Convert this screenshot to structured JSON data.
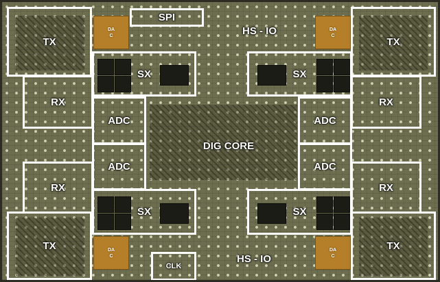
{
  "blocks": {
    "spi": "SPI",
    "clk": "CLK",
    "hs_io_top": "HS - IO",
    "hs_io_bottom": "HS - IO",
    "dig_core": "DIG CORE",
    "tx_top_left": "TX",
    "tx_top_right": "TX",
    "tx_bottom_left": "TX",
    "tx_bottom_right": "TX",
    "rx_top_left": "RX",
    "rx_top_right": "RX",
    "rx_bottom_left": "RX",
    "rx_bottom_right": "RX",
    "sx_top_left": "SX",
    "sx_top_right": "SX",
    "sx_bottom_left": "SX",
    "sx_bottom_right": "SX",
    "adc_top_left": "ADC",
    "adc_top_right": "ADC",
    "adc_bottom_left": "ADC",
    "adc_bottom_right": "ADC",
    "dac_top_left": "DA C",
    "dac_top_right": "DA C",
    "dac_bottom_left": "DA C",
    "dac_bottom_right": "DA C"
  },
  "colors": {
    "die": "#6d6e4f",
    "outline": "#ffffff",
    "dac_tile": "#b57e28",
    "inductor_pad": "#1c1c16"
  }
}
